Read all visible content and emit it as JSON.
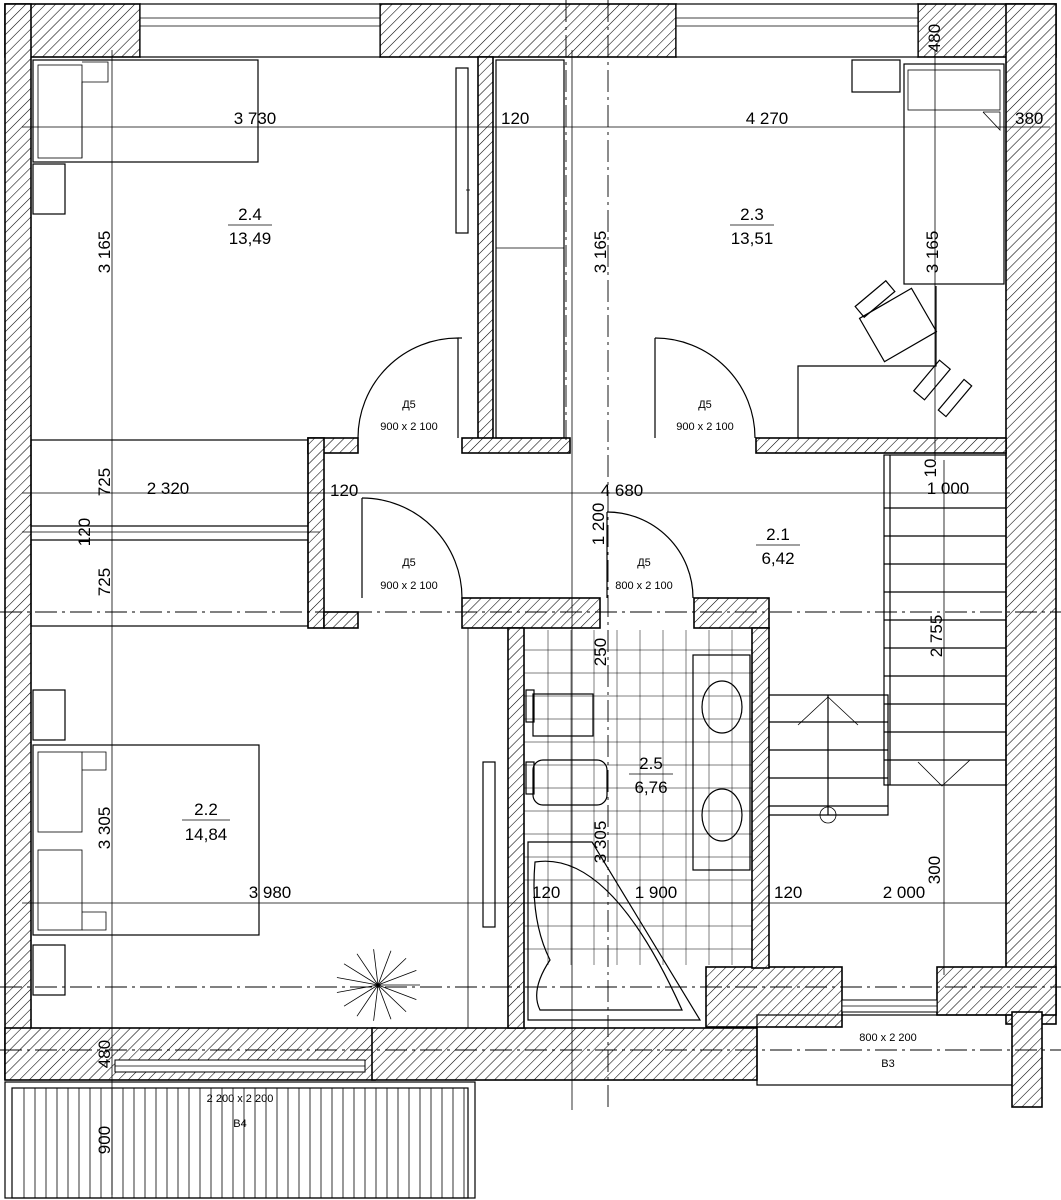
{
  "rooms": [
    {
      "id": "2.4",
      "area": "13,49"
    },
    {
      "id": "2.3",
      "area": "13,51"
    },
    {
      "id": "2.1",
      "area": "6,42"
    },
    {
      "id": "2.2",
      "area": "14,84"
    },
    {
      "id": "2.5",
      "area": "6,76"
    }
  ],
  "doors": [
    {
      "code": "Д5",
      "size": "900 x 2 100"
    },
    {
      "code": "Д5",
      "size": "900 x 2 100"
    },
    {
      "code": "Д5",
      "size": "900 x 2 100"
    },
    {
      "code": "Д5",
      "size": "800 x 2 100"
    }
  ],
  "openings": [
    {
      "code": "В4",
      "size": "2 200 x 2 200"
    },
    {
      "code": "В3",
      "size": "800 x 2 200"
    }
  ],
  "dimensions": {
    "room24_width": "3 730",
    "room24_height": "3 165",
    "partition_120_a": "120",
    "room23_width": "4 270",
    "wardrobe_height": "3 165",
    "room23_height": "3 165",
    "wall_380": "380",
    "wall_480_top": "480",
    "closet_width": "2 320",
    "closet_upper": "725",
    "closet_mid": "120",
    "closet_lower": "725",
    "hall_wall_120": "120",
    "hall_width": "4 680",
    "hall_depth": "1 200",
    "stair_width": "1 000",
    "stair_10": "10",
    "stair_length": "2 755",
    "bath_250": "250",
    "room22_height": "3 305",
    "room22_width": "3 980",
    "bath_wall_120_left": "120",
    "bath_width": "1 900",
    "bath_height": "3 305",
    "bath_wall_120_right": "120",
    "stair_lower_width": "2 000",
    "stair_300": "300",
    "wall_480_bottom": "480",
    "balcony_900": "900"
  }
}
